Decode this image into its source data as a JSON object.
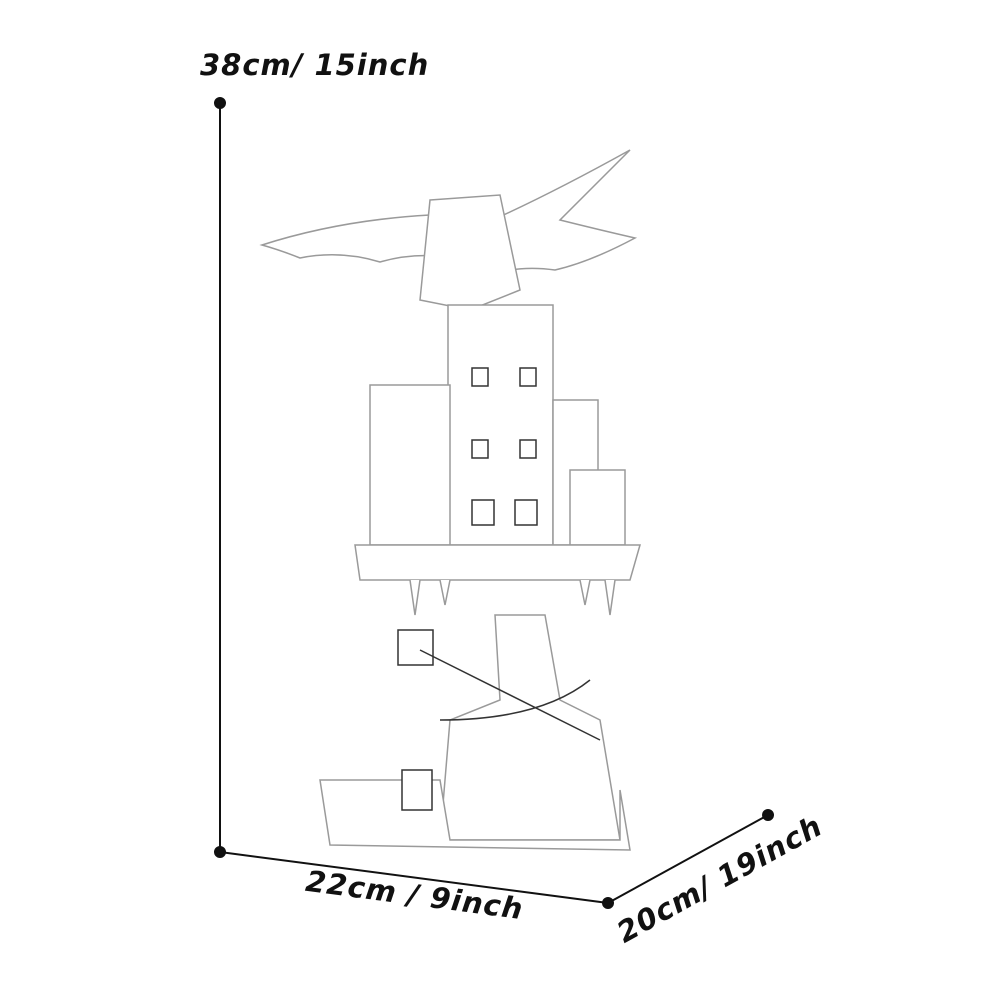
{
  "dimensions": {
    "height_label": "38cm/ 15inch",
    "width_label": "22cm / 9inch",
    "depth_label": "20cm/ 19inch"
  },
  "colors": {
    "line": "#111111",
    "sketch": "#9a9a9a",
    "background": "#ffffff"
  }
}
